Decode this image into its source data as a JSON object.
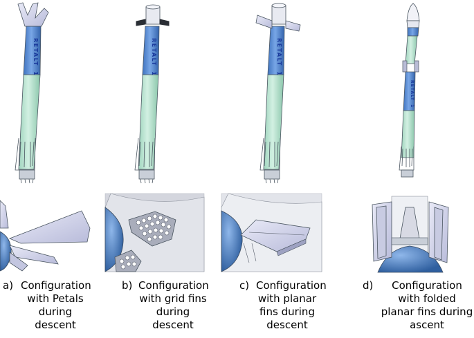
{
  "rocket_text": {
    "name": "RETALT",
    "number": "1"
  },
  "captions": [
    {
      "label": "a)",
      "text": "Configuration with Petals during descent"
    },
    {
      "label": "b)",
      "text": "Configuration with grid fins during descent"
    },
    {
      "label": "c)",
      "text": "Configuration with planar fins during descent"
    },
    {
      "label": "d)",
      "text": "Configuration with folded planar fins during ascent"
    }
  ],
  "colors": {
    "booster_body": "#c8ead9",
    "upper_stage": "#5b8fd6",
    "lettering": "#1a3a9c",
    "fins": "#d4d6ee",
    "outline": "#4a5560",
    "engine_section": "#c9cfd8"
  }
}
